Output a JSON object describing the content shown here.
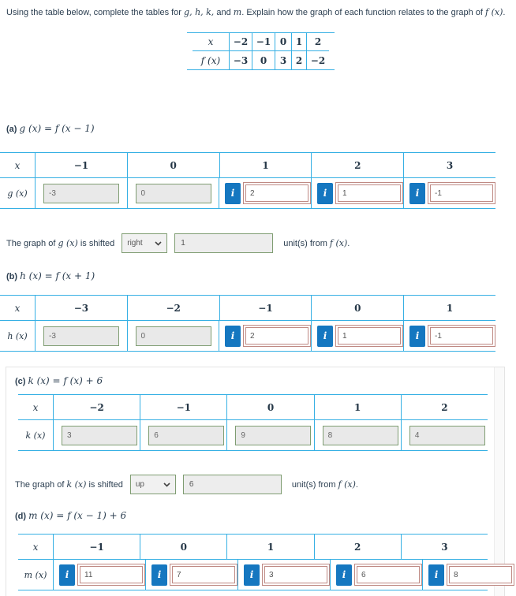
{
  "colors": {
    "table_border_blue": "#36b0e4",
    "info_button_blue": "#1577c0",
    "correct_green_border": "#7f9d72",
    "incorrect_red_border": "#bf8a84",
    "input_gray_bg": "#e9e9e9",
    "panel_border": "#e4e4e4",
    "text": "#2b3e50"
  },
  "ui": {
    "info_icon_label": "i",
    "x_label": "x"
  },
  "instruction": {
    "part1": "Using the table below, complete the tables for ",
    "math1": "g, h, k,",
    "part2": " and ",
    "math2": "m",
    "part3": ". Explain how the graph of each function relates to the graph of ",
    "math3": "f (x)",
    "part4": "."
  },
  "f_table": {
    "x_label": "x",
    "f_label": "f (x)",
    "x_values": [
      "−2",
      "−1",
      "0",
      "1",
      "2"
    ],
    "f_values": [
      "−3",
      "0",
      "3",
      "2",
      "−2"
    ]
  },
  "sections": {
    "a": {
      "label": "(a)",
      "formula": "g (x) = f (x − 1)",
      "row_label": "g (x)",
      "x_values": [
        "−1",
        "0",
        "1",
        "2",
        "3"
      ],
      "answers": [
        {
          "type": "correct",
          "value": "-3"
        },
        {
          "type": "correct",
          "value": "0"
        },
        {
          "type": "info",
          "value": "2"
        },
        {
          "type": "info",
          "value": "1"
        },
        {
          "type": "info",
          "value": "-1"
        }
      ],
      "shift": {
        "prefix": "The graph of ",
        "math": "g (x)",
        "middle": " is shifted",
        "dropdown_value": "right",
        "amount": "1",
        "suffix": "unit(s) from ",
        "math2": "f (x)",
        "period": "."
      }
    },
    "b": {
      "label": "(b)",
      "formula": "h (x) = f (x + 1)",
      "row_label": "h (x)",
      "x_values": [
        "−3",
        "−2",
        "−1",
        "0",
        "1"
      ],
      "answers": [
        {
          "type": "correct",
          "value": "-3"
        },
        {
          "type": "correct",
          "value": "0"
        },
        {
          "type": "info",
          "value": "2"
        },
        {
          "type": "info",
          "value": "1"
        },
        {
          "type": "info",
          "value": "-1"
        }
      ]
    },
    "c": {
      "label": "(c)",
      "formula": "k (x) = f (x) + 6",
      "row_label": "k (x)",
      "x_values": [
        "−2",
        "−1",
        "0",
        "1",
        "2"
      ],
      "answers": [
        {
          "type": "correct",
          "value": "3"
        },
        {
          "type": "correct",
          "value": "6"
        },
        {
          "type": "correct",
          "value": "9"
        },
        {
          "type": "correct",
          "value": "8"
        },
        {
          "type": "correct",
          "value": "4"
        }
      ],
      "shift": {
        "prefix": "The graph of ",
        "math": "k (x)",
        "middle": " is shifted",
        "dropdown_value": "up",
        "amount": "6",
        "suffix": "unit(s) from ",
        "math2": "f (x)",
        "period": "."
      }
    },
    "d": {
      "label": "(d)",
      "formula": "m (x) = f (x − 1) + 6",
      "row_label": "m (x)",
      "x_values": [
        "−1",
        "0",
        "1",
        "2",
        "3"
      ],
      "answers": [
        {
          "type": "info",
          "value": "11"
        },
        {
          "type": "info",
          "value": "7"
        },
        {
          "type": "info",
          "value": "3"
        },
        {
          "type": "info",
          "value": "6"
        },
        {
          "type": "info",
          "value": "8"
        }
      ]
    }
  }
}
